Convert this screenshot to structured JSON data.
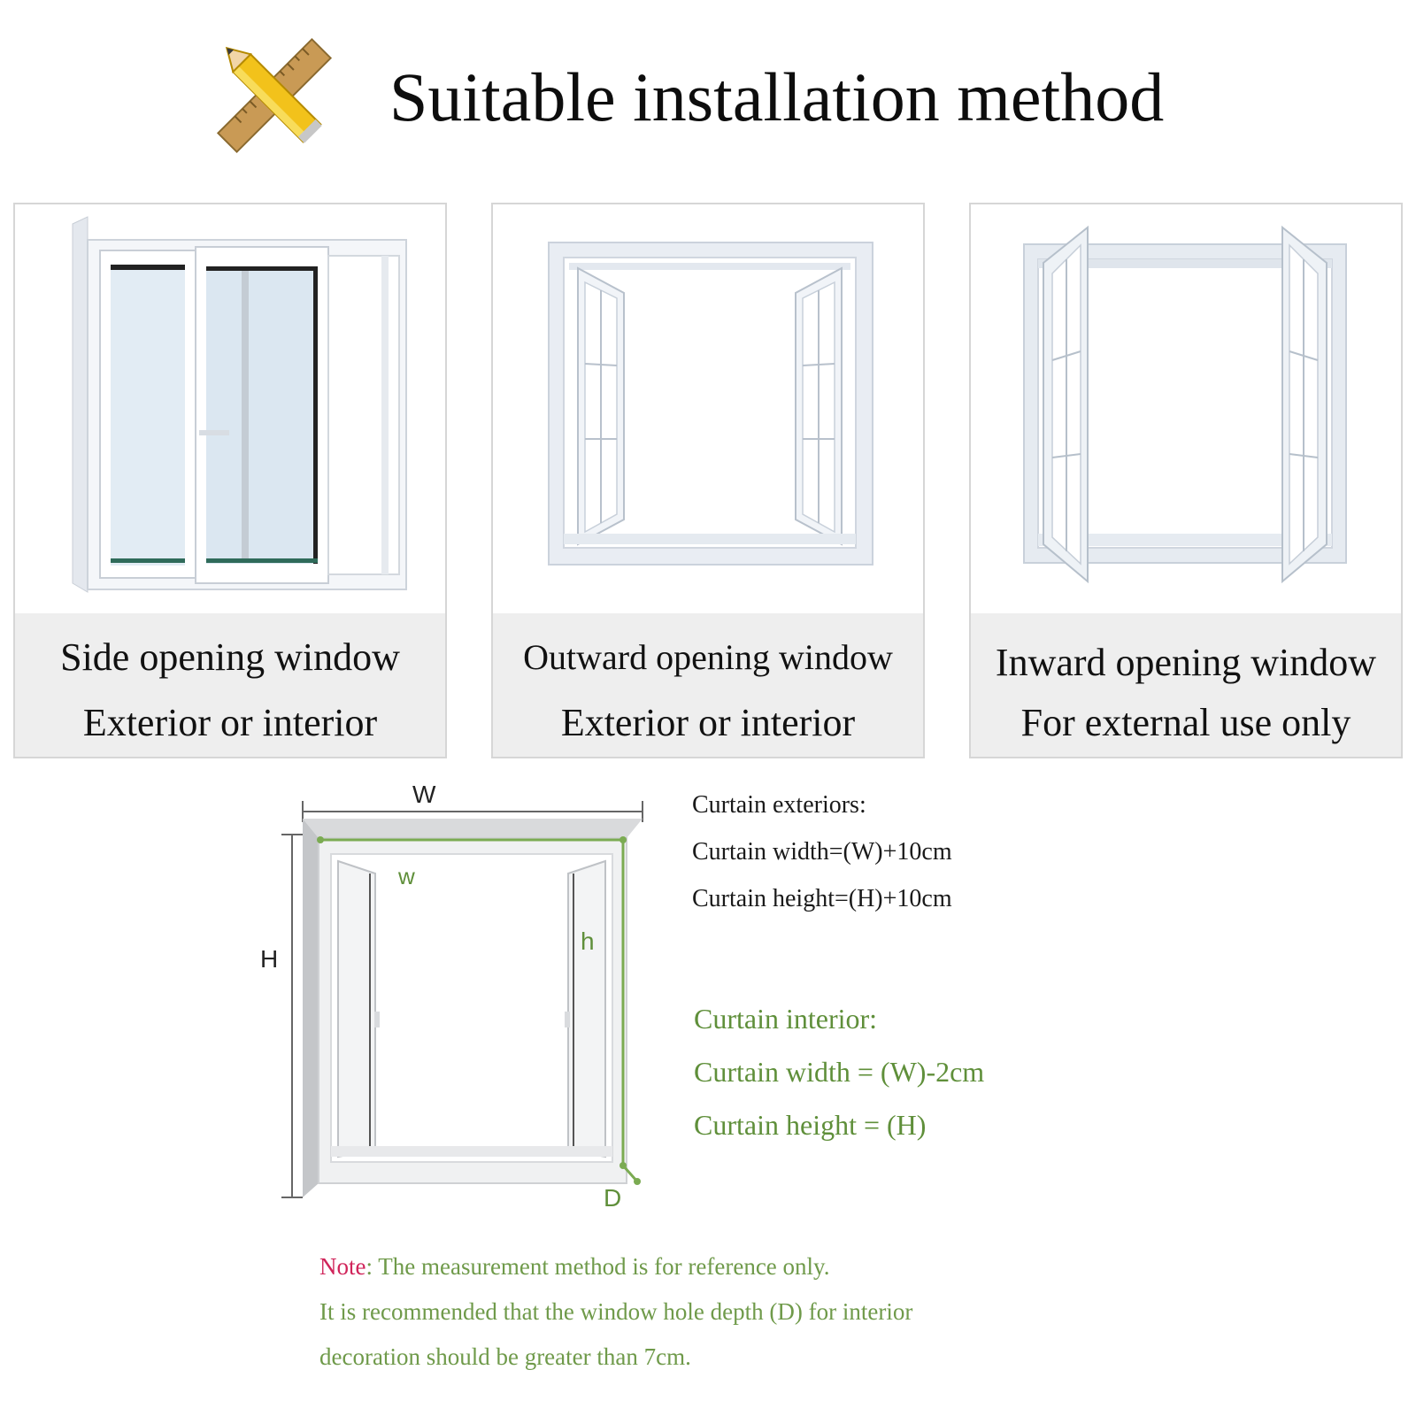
{
  "header": {
    "title": "Suitable installation method",
    "icon": "ruler-pencil-icon"
  },
  "cards": [
    {
      "line1": "Side opening window",
      "line2": "Exterior or interior",
      "icon": "sliding-window-icon"
    },
    {
      "line1": "Outward opening window",
      "line2": "Exterior or interior",
      "icon": "outward-casement-window-icon"
    },
    {
      "line1": "Inward opening window",
      "line2": "For external use only",
      "icon": "inward-casement-window-icon"
    }
  ],
  "diagram": {
    "label_W": "W",
    "label_w": "w",
    "label_H": "H",
    "label_h": "h",
    "label_D": "D"
  },
  "exterior": {
    "title": "Curtain exteriors:",
    "width": "Curtain width=(W)+10cm",
    "height": "Curtain height=(H)+10cm"
  },
  "interior": {
    "title": "Curtain interior:",
    "width": "Curtain width = (W)-2cm",
    "height": "Curtain height = (H)"
  },
  "note": {
    "label": "Note",
    "line1": ": The measurement method is for reference only.",
    "line2": "It is recommended that the window hole depth (D) for interior",
    "line3": "decoration should be greater than 7cm."
  },
  "colors": {
    "interior_text": "#5f8f3a",
    "note_label": "#d0245a",
    "caption_bg": "#eeeeee"
  }
}
